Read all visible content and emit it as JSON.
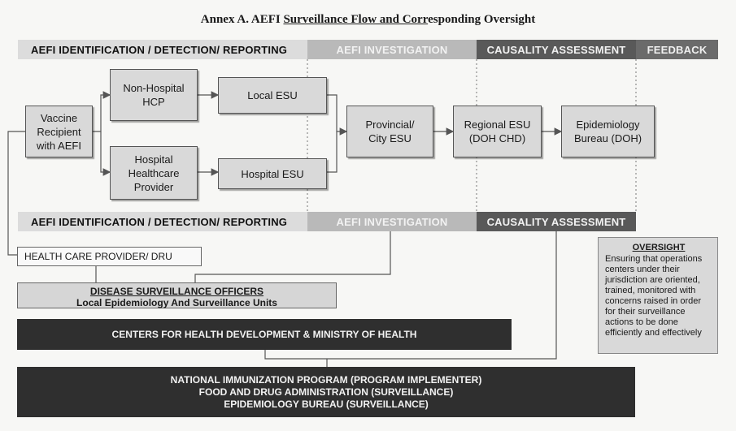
{
  "title": {
    "prefix": "Annex A. AEFI ",
    "underlined": "Surveillance Flow and Corr",
    "suffix": "esponding Oversight"
  },
  "top_bands": {
    "reporting": "AEFI IDENTIFICATION / DETECTION/ REPORTING",
    "investigation": "AEFI INVESTIGATION",
    "causality": "CAUSALITY ASSESSMENT",
    "feedback": "FEEDBACK"
  },
  "flow": {
    "recipient": "Vaccine\nRecipient\nwith AEFI",
    "non_hospital": "Non-Hospital\nHCP",
    "hospital_provider": "Hospital\nHealthcare\nProvider",
    "local_esu": "Local ESU",
    "hospital_esu": "Hospital ESU",
    "provincial_esu": "Provincial/\nCity ESU",
    "regional_esu": "Regional ESU\n(DOH CHD)",
    "epi_bureau": "Epidemiology\nBureau (DOH)"
  },
  "bottom_bands": {
    "reporting": "AEFI IDENTIFICATION / DETECTION/ REPORTING",
    "investigation": "AEFI INVESTIGATION",
    "causality": "CAUSALITY ASSESSMENT"
  },
  "oversight_flow": {
    "provider": "HEALTH CARE PROVIDER/ DRU",
    "dso_title": "DISEASE SURVEILLANCE OFFICERS",
    "dso_sub": "Local Epidemiology And Surveillance Units",
    "chd": "CENTERS FOR HEALTH DEVELOPMENT & MINISTRY OF HEALTH",
    "national": [
      "NATIONAL IMMUNIZATION PROGRAM (PROGRAM IMPLEMENTER)",
      "FOOD AND DRUG ADMINISTRATION (SURVEILLANCE)",
      "EPIDEMIOLOGY BUREAU (SURVEILLANCE)"
    ]
  },
  "oversight_note": {
    "heading": "OVERSIGHT",
    "text": "Ensuring that operations centers under their jurisdiction are oriented, trained, monitored with concerns raised in order for their surveillance actions to be done efficiently and effectively"
  }
}
